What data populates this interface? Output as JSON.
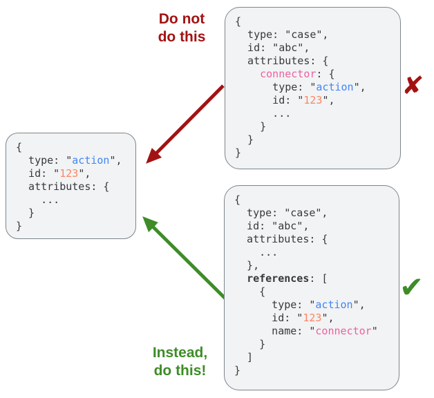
{
  "labels": {
    "do_not": "Do not\ndo this",
    "instead": "Instead,\ndo this!"
  },
  "marks": {
    "wrong": "✘",
    "right": "✔"
  },
  "colors": {
    "red": "#a31212",
    "green": "#3e8c28",
    "code_default": "#37393d",
    "code_blue": "#4285f4",
    "code_orange": "#fa8664",
    "code_pink": "#ee5fa0",
    "box_bg": "#f1f3f4",
    "box_border": "#7e848a"
  },
  "boxes": {
    "left": {
      "lines": [
        [
          [
            "{",
            "d"
          ]
        ],
        [
          [
            "  type: \"",
            "d"
          ],
          [
            "action",
            "b"
          ],
          [
            "\",",
            "d"
          ]
        ],
        [
          [
            "  id: \"",
            "d"
          ],
          [
            "123",
            "o"
          ],
          [
            "\",",
            "d"
          ]
        ],
        [
          [
            "  attributes: {",
            "d"
          ]
        ],
        [
          [
            "    ...",
            "d"
          ]
        ],
        [
          [
            "  }",
            "d"
          ]
        ],
        [
          [
            "}",
            "d"
          ]
        ]
      ]
    },
    "top_right": {
      "lines": [
        [
          [
            "{",
            "d"
          ]
        ],
        [
          [
            "  type: \"case\",",
            "d"
          ]
        ],
        [
          [
            "  id: \"abc\",",
            "d"
          ]
        ],
        [
          [
            "  attributes: {",
            "d"
          ]
        ],
        [
          [
            "    ",
            "d"
          ],
          [
            "connector",
            "p"
          ],
          [
            ": {",
            "d"
          ]
        ],
        [
          [
            "      type: \"",
            "d"
          ],
          [
            "action",
            "b"
          ],
          [
            "\",",
            "d"
          ]
        ],
        [
          [
            "      id: \"",
            "d"
          ],
          [
            "123",
            "o"
          ],
          [
            "\",",
            "d"
          ]
        ],
        [
          [
            "      ...",
            "d"
          ]
        ],
        [
          [
            "    }",
            "d"
          ]
        ],
        [
          [
            "  }",
            "d"
          ]
        ],
        [
          [
            "}",
            "d"
          ]
        ]
      ]
    },
    "bottom_right": {
      "lines": [
        [
          [
            "{",
            "d"
          ]
        ],
        [
          [
            "  type: \"case\",",
            "d"
          ]
        ],
        [
          [
            "  id: \"abc\",",
            "d"
          ]
        ],
        [
          [
            "  attributes: {",
            "d"
          ]
        ],
        [
          [
            "    ...",
            "d"
          ]
        ],
        [
          [
            "  },",
            "d"
          ]
        ],
        [
          [
            "  ",
            "d"
          ],
          [
            "references",
            "bold"
          ],
          [
            ": [",
            "d"
          ]
        ],
        [
          [
            "    {",
            "d"
          ]
        ],
        [
          [
            "      type: \"",
            "d"
          ],
          [
            "action",
            "b"
          ],
          [
            "\",",
            "d"
          ]
        ],
        [
          [
            "      id: \"",
            "d"
          ],
          [
            "123",
            "o"
          ],
          [
            "\",",
            "d"
          ]
        ],
        [
          [
            "      name: \"",
            "d"
          ],
          [
            "connector",
            "p"
          ],
          [
            "\"",
            "d"
          ]
        ],
        [
          [
            "    }",
            "d"
          ]
        ],
        [
          [
            "  ]",
            "d"
          ]
        ],
        [
          [
            "}",
            "d"
          ]
        ]
      ]
    }
  }
}
